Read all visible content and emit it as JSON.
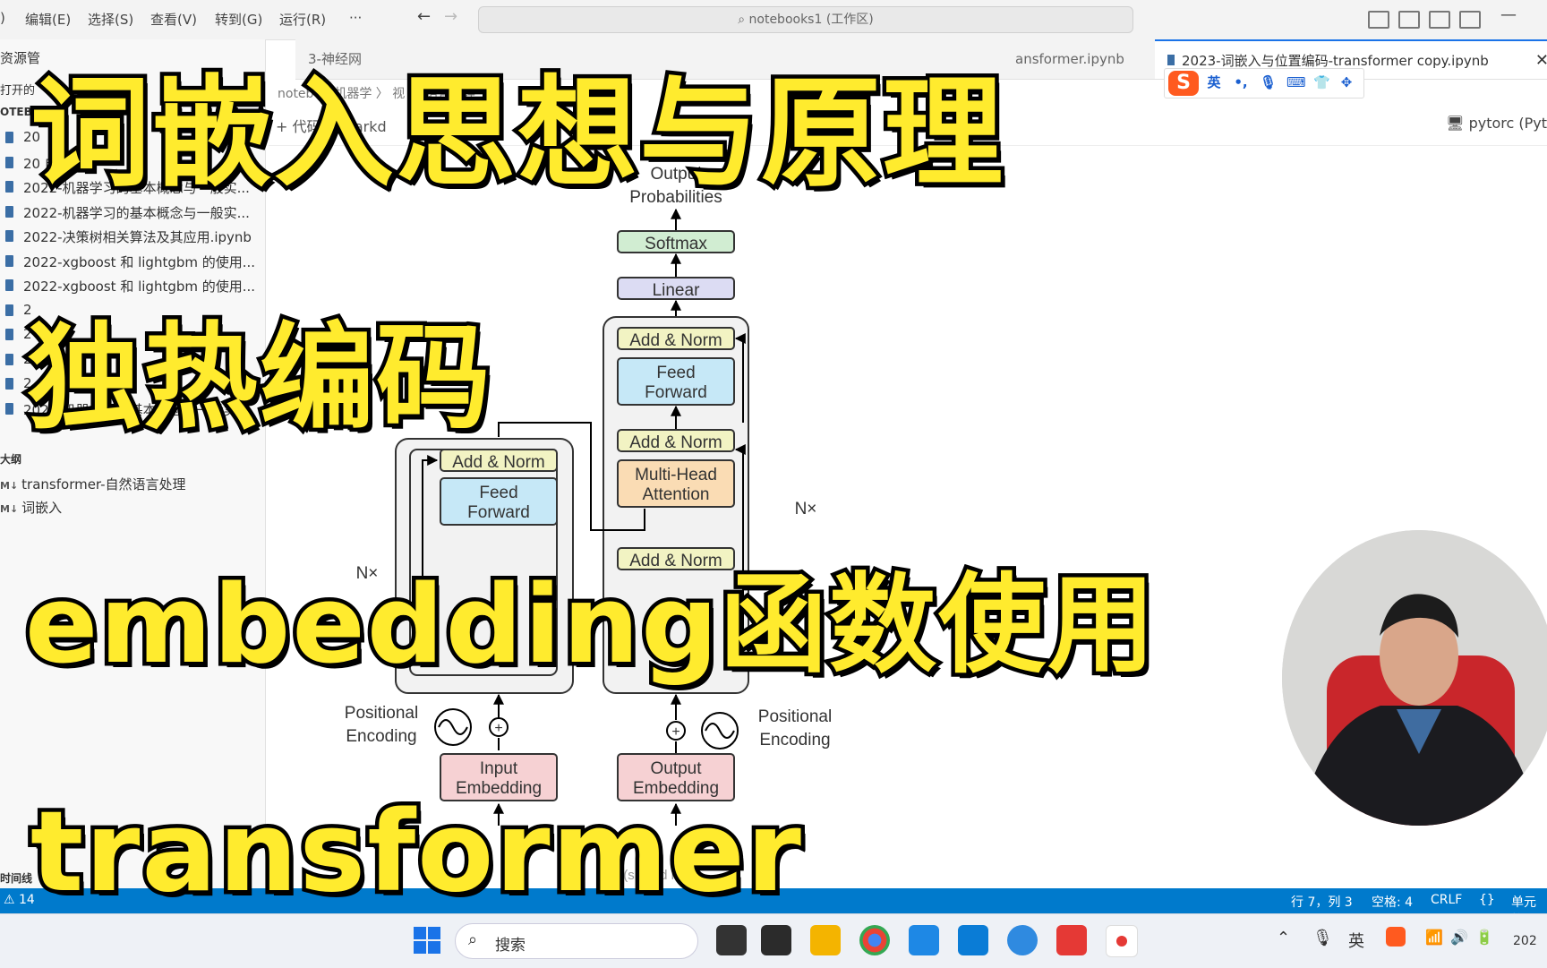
{
  "menubar": {
    "items": [
      "编辑(E)",
      "选择(S)",
      "查看(V)",
      "转到(G)",
      "运行(R)",
      "···"
    ],
    "search_text": "notebooks1 (工作区)"
  },
  "tabs": [
    {
      "label": "3-神经网"
    },
    {
      "label": "ansformer.ipynb"
    },
    {
      "label": "2023-词嵌入与位置编码-transformer copy.ipynb",
      "active": true
    }
  ],
  "breadcrumb": "noteb  〉 机器学  〉 视  〉 语言处理",
  "toolbar_partial": "+ 代码  + Markd",
  "kernel": "pytorc (Pyt",
  "sidebar": {
    "header": "资源管",
    "open_label": "打开的",
    "section": "OTEBO",
    "notebooks": [
      "20",
      "20 电商核",
      "2022-机器学习的基本概念与一般实...",
      "2022-机器学习的基本概念与一般实...",
      "2022-决策树相关算法及其应用.ipynb",
      "2022-xgboost 和 lightgbm 的使用...",
      "2022-xgboost 和 lightgbm 的使用...",
      "2",
      "2",
      "2",
      "2",
      "2023-机器学习的基本概念与一般实..."
    ],
    "outline_header": "大纲",
    "outline": [
      {
        "tag": "M↓",
        "label": "transformer-自然语言处理"
      },
      {
        "tag": "M↓",
        "label": "词嵌入"
      }
    ],
    "timeline": "时间线"
  },
  "ime": {
    "logo": "S",
    "lang": "英"
  },
  "figure": {
    "output_prob": [
      "Output",
      "Probabilities"
    ],
    "softmax": "Softmax",
    "linear": "Linear",
    "add_norm": "Add & Norm",
    "feed_forward": [
      "Feed",
      "Forward"
    ],
    "mha": [
      "Multi-Head",
      "Attention"
    ],
    "nx": "N×",
    "pos_enc": [
      "Positional",
      "Encoding"
    ],
    "input_emb": [
      "Input",
      "Embedding"
    ],
    "output_emb": [
      "Output",
      "Embedding"
    ],
    "outputs_label": "(shifted right)"
  },
  "statusbar": {
    "left": "⚠ 14",
    "position": "行 7，列 3",
    "spaces": "空格: 4",
    "eol": "CRLF",
    "cell": "单元格"
  },
  "taskbar": {
    "search": "搜索",
    "tray_lang": "英",
    "clock": "202"
  },
  "overlay": {
    "line1": "词嵌入思想与原理",
    "line2": "独热编码",
    "line3": "embedding函数使用",
    "line4": "transformer"
  },
  "colors": {
    "title_yellow": "#ffeb2e",
    "status_blue": "#007acc",
    "ff_blue": "#c6e8f7",
    "norm_yellow": "#f2f3c3",
    "attn_orange": "#fadcb4",
    "emb_pink": "#f6d1d3",
    "softmax_green": "#d1edd2",
    "linear_lavender": "#dcdcf3"
  }
}
